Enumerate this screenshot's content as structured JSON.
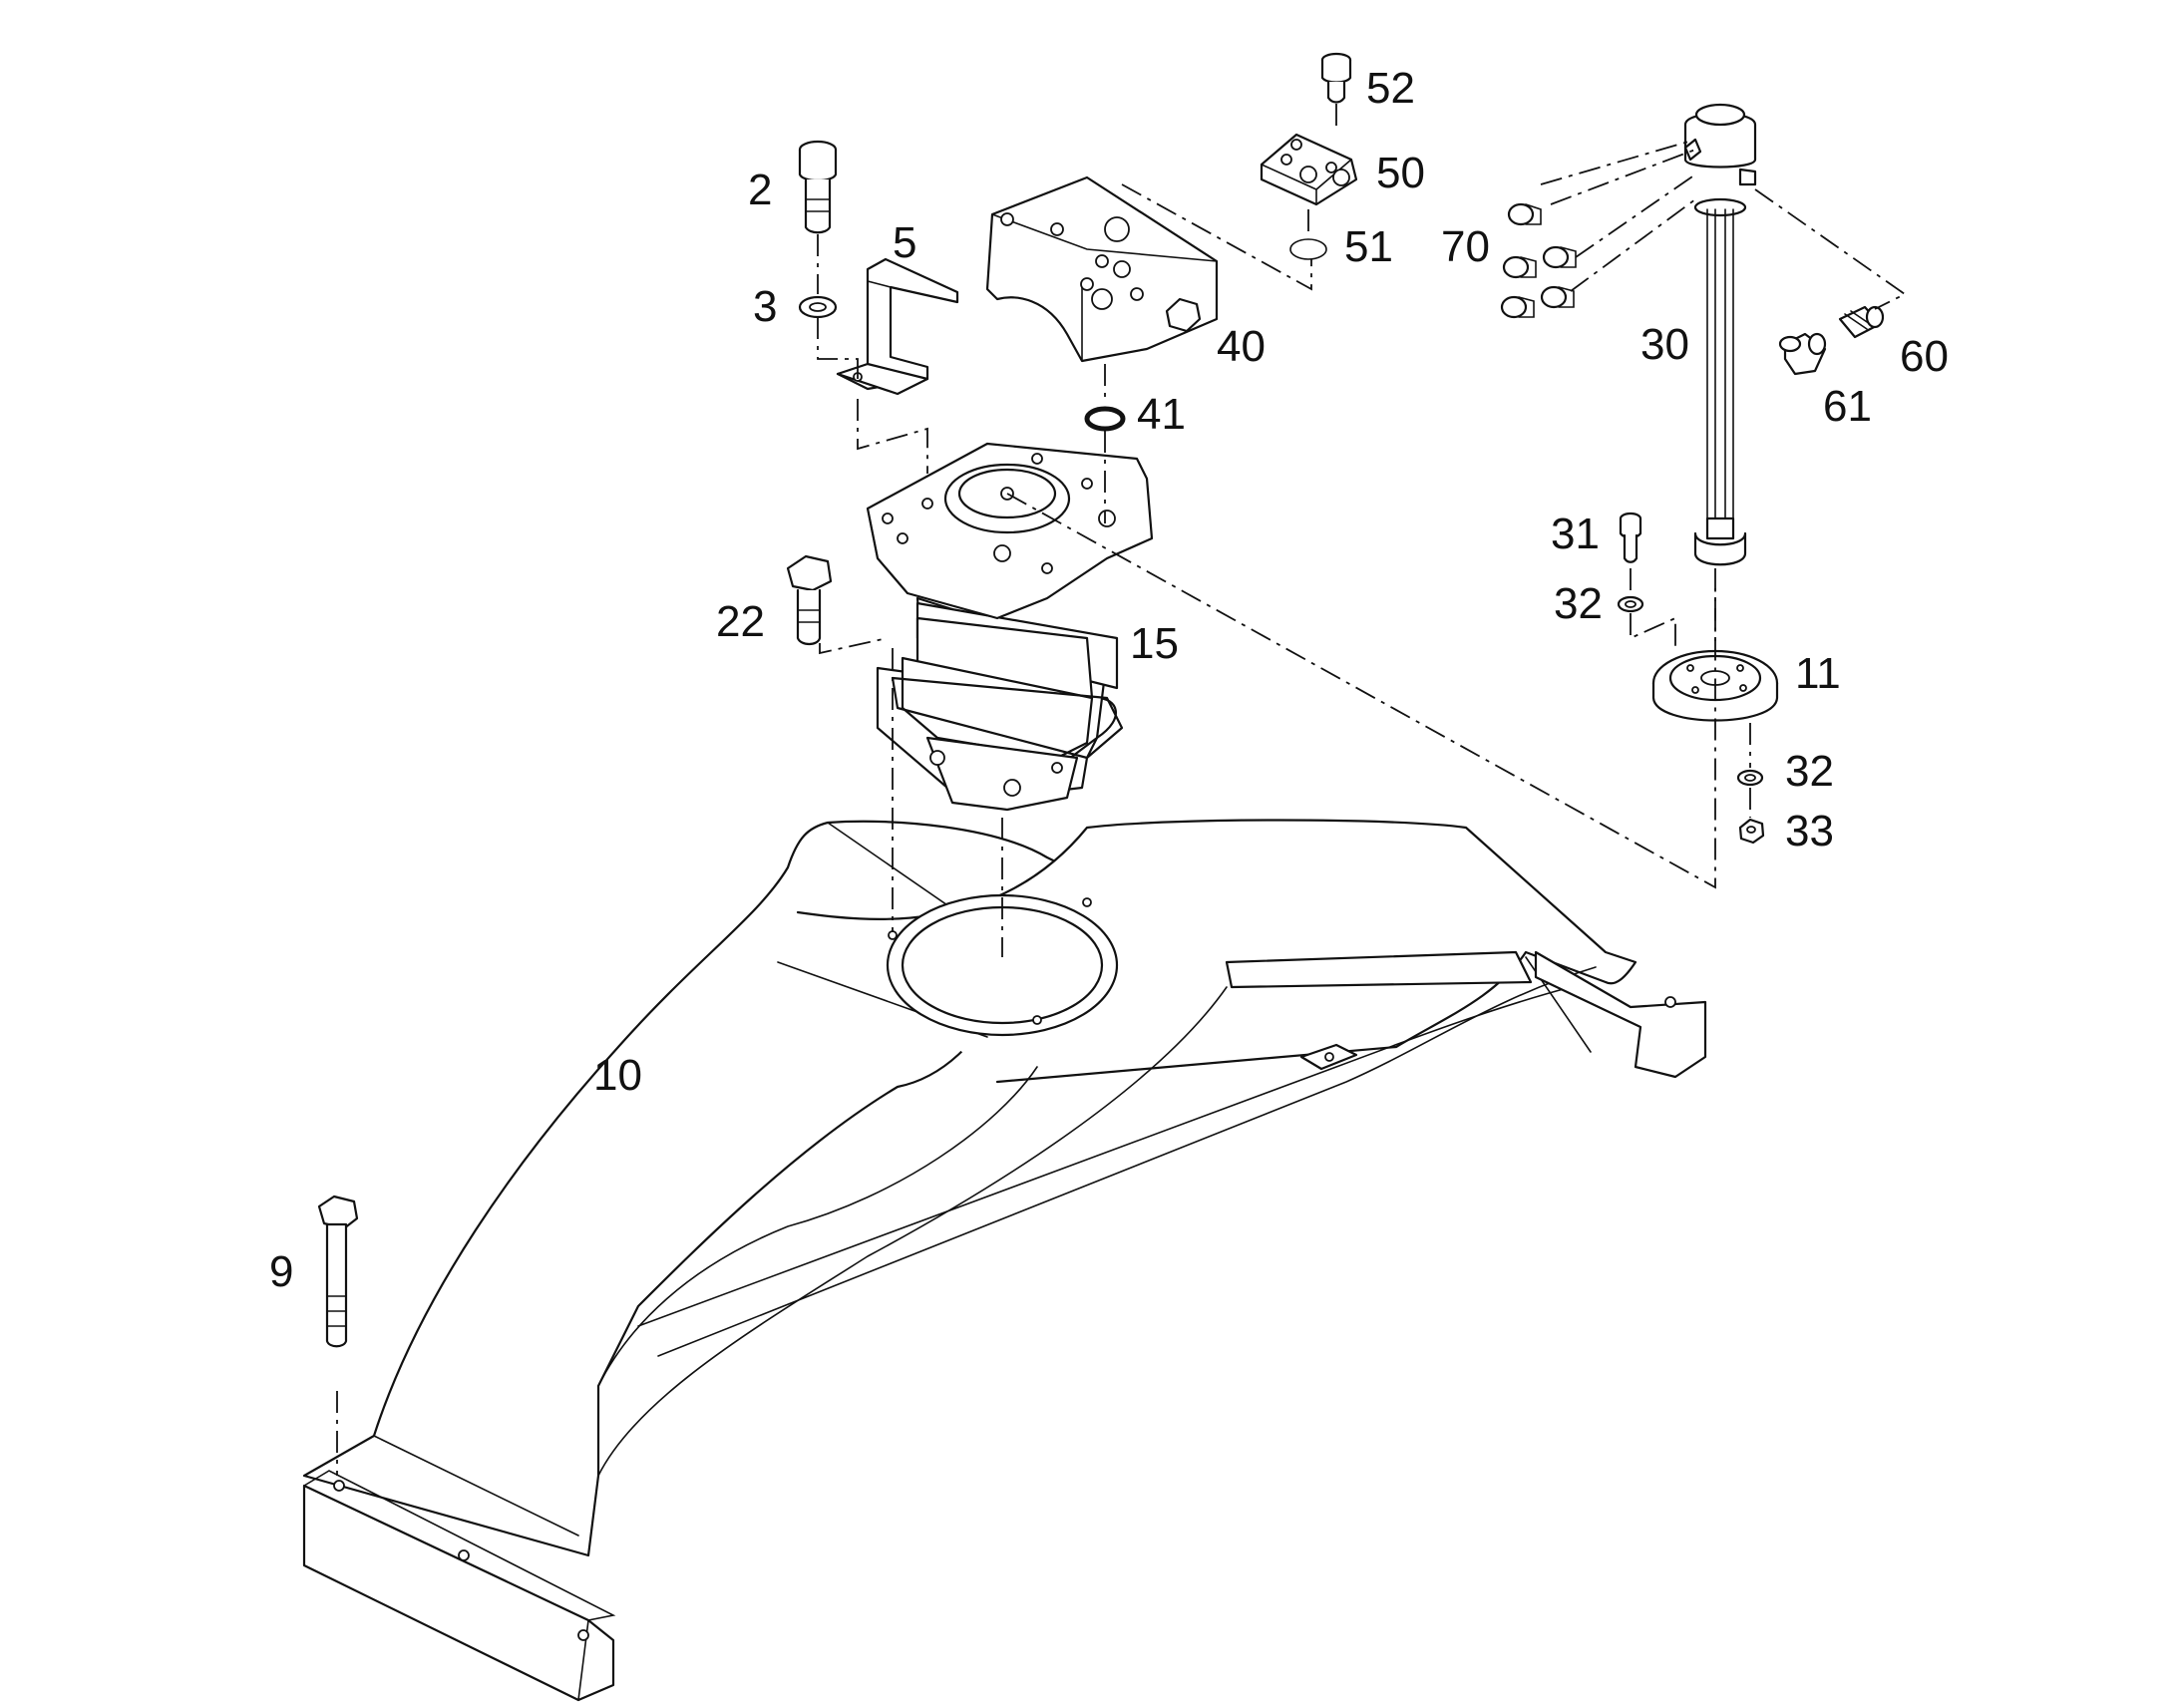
{
  "callouts": [
    {
      "id": "2",
      "text": "2"
    },
    {
      "id": "3",
      "text": "3"
    },
    {
      "id": "5",
      "text": "5"
    },
    {
      "id": "9",
      "text": "9"
    },
    {
      "id": "10",
      "text": "10"
    },
    {
      "id": "11",
      "text": "11"
    },
    {
      "id": "15",
      "text": "15"
    },
    {
      "id": "22",
      "text": "22"
    },
    {
      "id": "30",
      "text": "30"
    },
    {
      "id": "31",
      "text": "31"
    },
    {
      "id": "32a",
      "text": "32"
    },
    {
      "id": "32b",
      "text": "32"
    },
    {
      "id": "33",
      "text": "33"
    },
    {
      "id": "40",
      "text": "40"
    },
    {
      "id": "41",
      "text": "41"
    },
    {
      "id": "50",
      "text": "50"
    },
    {
      "id": "51",
      "text": "51"
    },
    {
      "id": "52",
      "text": "52"
    },
    {
      "id": "60",
      "text": "60"
    },
    {
      "id": "61",
      "text": "61"
    },
    {
      "id": "70",
      "text": "70"
    }
  ]
}
